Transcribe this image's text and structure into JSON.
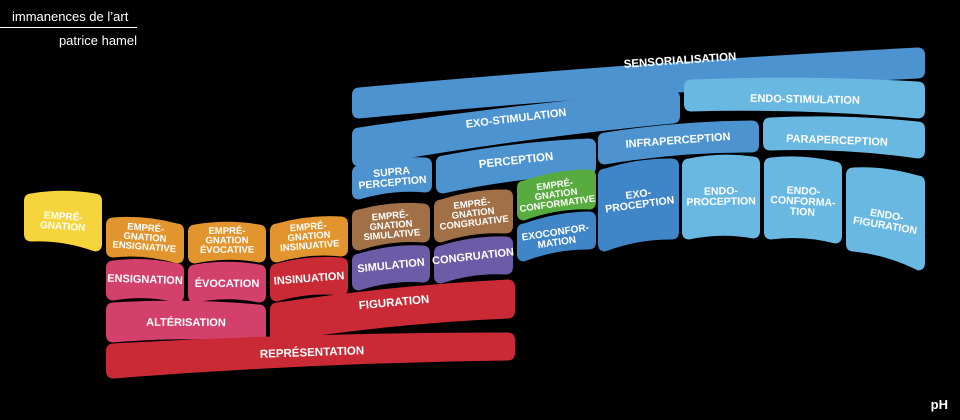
{
  "header": {
    "title": "immanences de l’art",
    "author": "patrice hamel"
  },
  "footer": {
    "initials": "pH"
  },
  "colors": {
    "yellow": "#f6d53c",
    "orange": "#e2952f",
    "brown": "#a27047",
    "green": "#58ac3f",
    "purple": "#6c5ba7",
    "pink": "#d4406c",
    "red": "#c92a35",
    "blue_mid": "#4d93cf",
    "blue_light": "#68b8e2",
    "blue_dark": "#3f86c8",
    "slate": "#3a74ae"
  },
  "blocks": {
    "impregnation": {
      "label": "EMPRÉ-\nGNATION"
    },
    "imp_ensign": {
      "label": "EMPRÉ-\nGNATION\nENSIGNATIVE"
    },
    "imp_evoc": {
      "label": "EMPRÉ-\nGNATION\nÉVOCATIVE"
    },
    "imp_insin": {
      "label": "EMPRÉ-\nGNATION\nINSINUATIVE"
    },
    "imp_simul": {
      "label": "EMPRÉ-\nGNATION\nSIMULATIVE"
    },
    "imp_congru": {
      "label": "EMPRÉ-\nGNATION\nCONGRUATIVE"
    },
    "imp_conform": {
      "label": "EMPRÉ-\nGNATION\nCONFORMATIVE"
    },
    "ensignation": {
      "label": "ENSIGNATION"
    },
    "evocation": {
      "label": "ÉVOCATION"
    },
    "insinuation": {
      "label": "INSINUATION"
    },
    "simulation": {
      "label": "SIMULATION"
    },
    "congruation": {
      "label": "CONGRUATION"
    },
    "exoconformation": {
      "label": "EXOCONFOR-\nMATION"
    },
    "alterisation": {
      "label": "ALTÉRISATION"
    },
    "figuration": {
      "label": "FIGURATION"
    },
    "representation": {
      "label": "REPRÉSENTATION"
    },
    "supraperception": {
      "label": "SUPRA\nPERCEPTION"
    },
    "perception": {
      "label": "PERCEPTION"
    },
    "infraperception": {
      "label": "INFRAPERCEPTION"
    },
    "paraperception": {
      "label": "PARAPERCEPTION"
    },
    "exoperception": {
      "label": "EXO-\nPROCEPTION"
    },
    "endoproception": {
      "label": "ENDO-\nPROCEPTION"
    },
    "endoconformation": {
      "label": "ENDO-\nCONFORMA-\nTION"
    },
    "endofiguration": {
      "label": "ENDO-\nFIGURATION"
    },
    "exostimulation": {
      "label": "EXO-STIMULATION"
    },
    "endostimulation": {
      "label": "ENDO-STIMULATION"
    },
    "sensorialisation": {
      "label": "SENSORIALISATION"
    }
  }
}
